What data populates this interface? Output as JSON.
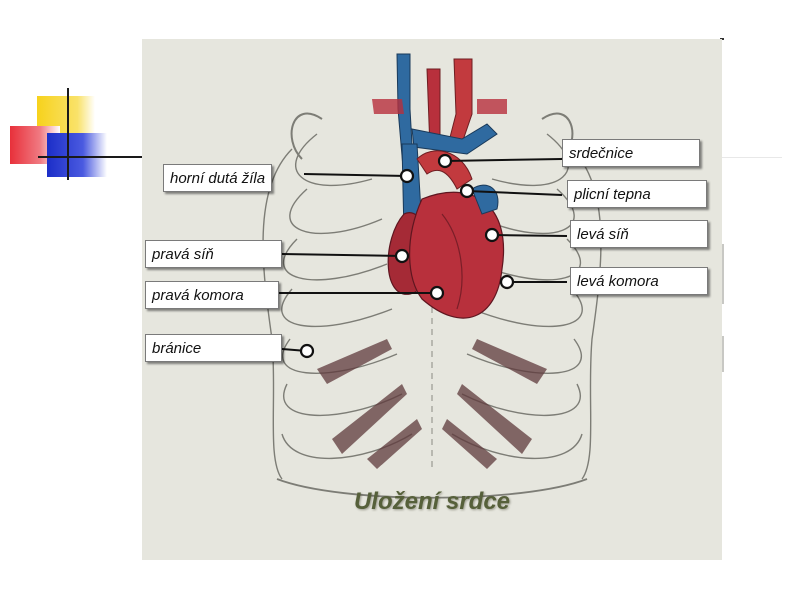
{
  "diagram": {
    "title": "Uložení srdce",
    "labels": {
      "horni_duta_zila": "horní dutá žíla",
      "srdecnice": "srdečnice",
      "plicni_tepna": "plicní tepna",
      "prava_sin": "pravá síň",
      "leva_sin": "levá síň",
      "prava_komora": "pravá komora",
      "leva_komora": "levá komora",
      "branice": "bránice"
    },
    "colors": {
      "heart": "#b8303c",
      "aorta": "#c23a3e",
      "vein": "#2f6aa0",
      "title": "#56603a",
      "panel": "#e6e6de"
    }
  }
}
